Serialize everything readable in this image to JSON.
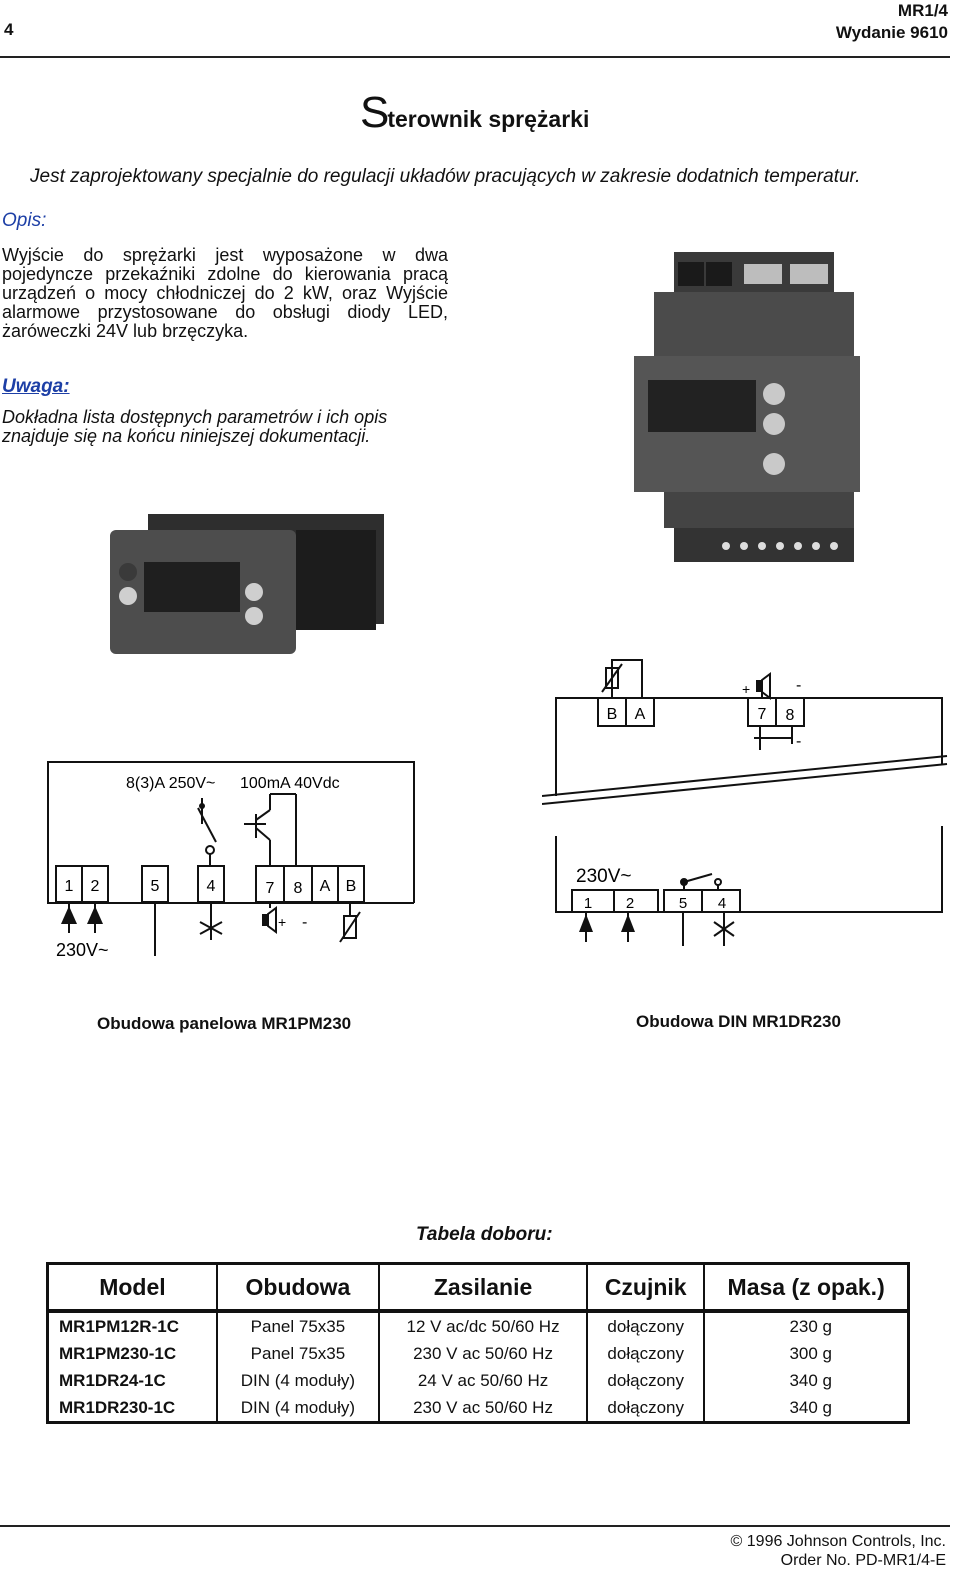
{
  "header": {
    "page_number": "4",
    "doc_code": "MR1/4",
    "edition": "Wydanie 9610"
  },
  "title": {
    "initial": "S",
    "rest": "terownik sprężarki"
  },
  "intro": "Jest zaprojektowany specjalnie do regulacji układów pracujących w zakresie dodatnich temperatur.",
  "opis": {
    "heading": "Opis:",
    "text": "Wyjście do sprężarki jest wyposażone w dwa pojedyncze przekaźniki zdolne do kierowania pracą urządzeń o mocy chłodniczej do 2 kW, oraz Wyjście alarmowe przystosowane do obsługi diody LED, żaróweczki 24V lub brzęczyka."
  },
  "uwaga": {
    "heading": "Uwaga:",
    "text": "Dokładna lista dostępnych parametrów i ich opis znajduje się na końcu niniejszej dokumentacji."
  },
  "panel_diagram": {
    "relay_rating": "8(3)A 250V~",
    "alarm_rating": "100mA 40Vdc",
    "terminals": [
      "1",
      "2",
      "5",
      "4",
      "7",
      "8",
      "A",
      "B"
    ],
    "supply": "230V~",
    "plus": "+",
    "minus": "-"
  },
  "din_diagram": {
    "top_terminals": [
      "B",
      "A",
      "7",
      "8"
    ],
    "bottom_terminals": [
      "1",
      "2",
      "5",
      "4"
    ],
    "supply": "230V~",
    "plus": "+",
    "minus": "-"
  },
  "captions": {
    "panel": "Obudowa panelowa MR1PM230",
    "din": "Obudowa DIN MR1DR230"
  },
  "table": {
    "title": "Tabela doboru:",
    "headers": [
      "Model",
      "Obudowa",
      "Zasilanie",
      "Czujnik",
      "Masa (z opak.)"
    ],
    "rows": [
      [
        "MR1PM12R-1C",
        "Panel 75x35",
        "12 V ac/dc 50/60 Hz",
        "dołączony",
        "230 g"
      ],
      [
        "MR1PM230-1C",
        "Panel 75x35",
        "230 V ac 50/60 Hz",
        "dołączony",
        "300 g"
      ],
      [
        "MR1DR24-1C",
        "DIN (4 moduły)",
        "24 V ac 50/60 Hz",
        "dołączony",
        "340 g"
      ],
      [
        "MR1DR230-1C",
        "DIN (4 moduły)",
        "230 V ac 50/60 Hz",
        "dołączony",
        "340 g"
      ]
    ]
  },
  "footer": {
    "copyright": "© 1996 Johnson Controls, Inc.",
    "order": "Order No. PD-MR1/4-E"
  }
}
